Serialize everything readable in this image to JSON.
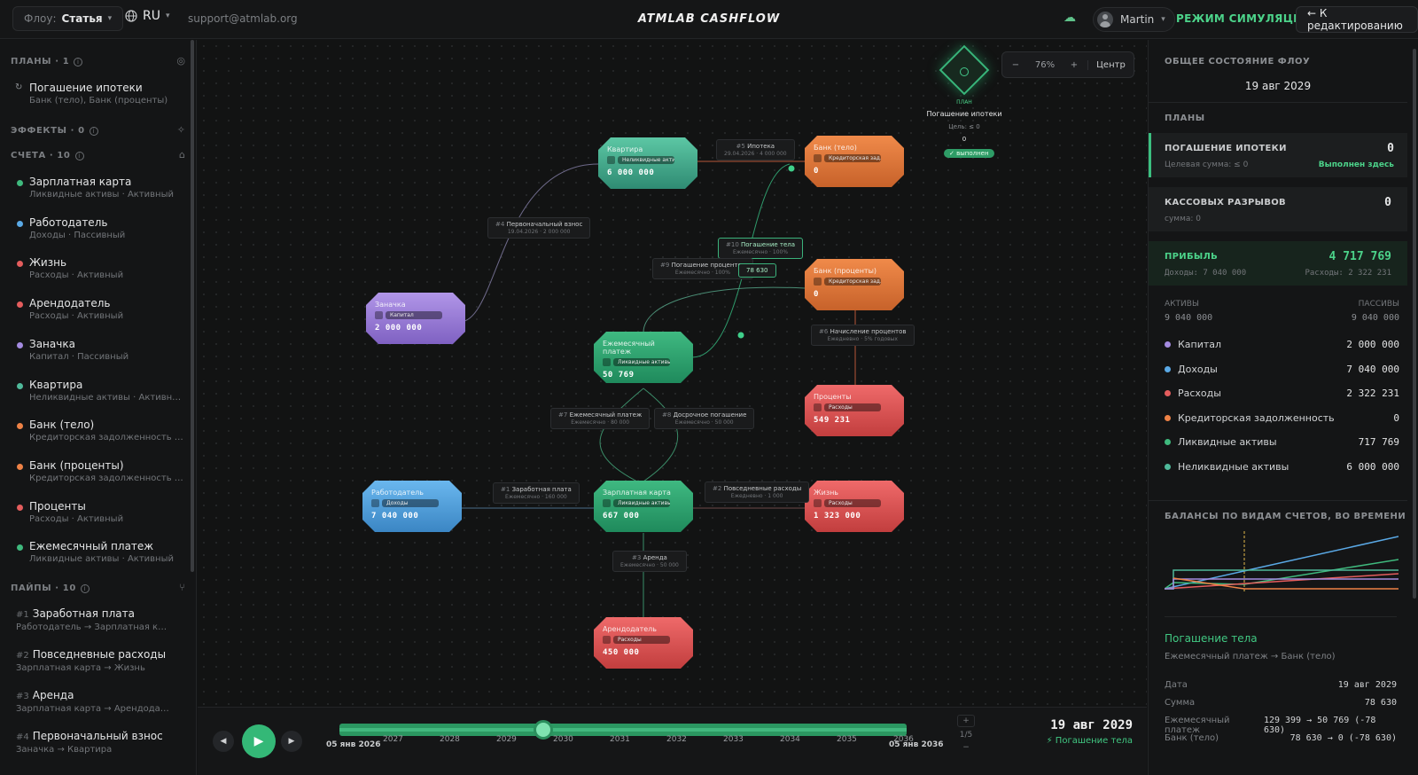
{
  "header": {
    "flow_key": "Флоу:",
    "flow_value": "Статья",
    "lang": "RU",
    "support": "support@atmlab.org",
    "brand": "ATMLAB CASHFLOW",
    "user": "Martin",
    "sim_mode": "РЕЖИМ СИМУЛЯЦИИ",
    "to_edit": "← К редактированию"
  },
  "sidebar": {
    "plans_h": "ПЛАНЫ · 1",
    "plans": [
      {
        "title": "Погашение ипотеки",
        "sub": "Банк (тело), Банк (проценты)"
      }
    ],
    "effects_h": "ЭФФЕКТЫ · 0",
    "accounts_h": "СЧЕТА · 10",
    "accounts": [
      {
        "title": "Зарплатная карта",
        "sub": "Ликвидные активы · Активный",
        "color": "#3fb97d"
      },
      {
        "title": "Работодатель",
        "sub": "Доходы · Пассивный",
        "color": "#5aa9e6"
      },
      {
        "title": "Жизнь",
        "sub": "Расходы · Активный",
        "color": "#e45d5d"
      },
      {
        "title": "Арендодатель",
        "sub": "Расходы · Активный",
        "color": "#e45d5d"
      },
      {
        "title": "Заначка",
        "sub": "Капитал · Пассивный",
        "color": "#a48be0"
      },
      {
        "title": "Квартира",
        "sub": "Неликвидные активы · Активный",
        "color": "#4fb99a"
      },
      {
        "title": "Банк (тело)",
        "sub": "Кредиторская задолженность · ...",
        "color": "#ee8246"
      },
      {
        "title": "Банк (проценты)",
        "sub": "Кредиторская задолженность · ...",
        "color": "#ee8246"
      },
      {
        "title": "Проценты",
        "sub": "Расходы · Активный",
        "color": "#e45d5d"
      },
      {
        "title": "Ежемесячный платеж",
        "sub": "Ликвидные активы · Активный",
        "color": "#3fb97d"
      }
    ],
    "pipes_h": "ПАЙПЫ · 10",
    "pipes": [
      {
        "num": "#1",
        "title": "Заработная плата",
        "sub": "Работодатель → Зарплатная карта"
      },
      {
        "num": "#2",
        "title": "Повседневные расходы",
        "sub": "Зарплатная карта → Жизнь"
      },
      {
        "num": "#3",
        "title": "Аренда",
        "sub": "Зарплатная карта → Арендодатель"
      },
      {
        "num": "#4",
        "title": "Первоначальный взнос",
        "sub": "Заначка → Квартира"
      }
    ]
  },
  "canvas": {
    "zoom_minus": "−",
    "zoom_level": "76%",
    "zoom_plus": "+",
    "center": "Центр",
    "plan_node": {
      "type": "ПЛАН",
      "title": "Погашение ипотеки",
      "goal": "Цель: ≤ 0",
      "value": "0",
      "status": "✓ выполнен"
    },
    "nodes": [
      {
        "id": "kvartira",
        "title": "Квартира",
        "tag": "Неликвидные акти...",
        "value": "6 000 000"
      },
      {
        "id": "bank_body",
        "title": "Банк (тело)",
        "tag": "Кредиторская зад...",
        "value": "0"
      },
      {
        "id": "bank_pct",
        "title": "Банк (проценты)",
        "tag": "Кредиторская зад...",
        "value": "0"
      },
      {
        "id": "zanachka",
        "title": "Заначка",
        "tag": "Капитал",
        "value": "2 000 000"
      },
      {
        "id": "monthly",
        "title": "Ежемесячный платеж",
        "tag": "Ликвидные активы",
        "value": "50 769"
      },
      {
        "id": "procenty",
        "title": "Проценты",
        "tag": "Расходы",
        "value": "549 231"
      },
      {
        "id": "employer",
        "title": "Работодатель",
        "tag": "Доходы",
        "value": "7 040 000"
      },
      {
        "id": "card",
        "title": "Зарплатная карта",
        "tag": "Ликвидные активы",
        "value": "667 000"
      },
      {
        "id": "life",
        "title": "Жизнь",
        "tag": "Расходы",
        "value": "1 323 000"
      },
      {
        "id": "landlord",
        "title": "Арендодатель",
        "tag": "Расходы",
        "value": "450 000"
      }
    ],
    "edges": [
      {
        "num": "#5",
        "title": "Ипотека",
        "sub": "29.04.2026 · 4 000 000"
      },
      {
        "num": "#4",
        "title": "Первоначальный взнос",
        "sub": "19.04.2026 · 2 000 000"
      },
      {
        "num": "#10",
        "title": "Погашение тела",
        "sub": "Ежемесячно · 100%"
      },
      {
        "num": "#9",
        "title": "Погашение процентов",
        "sub": "Ежемесячно · 100%"
      },
      {
        "num": "",
        "title": "78 630",
        "sub": ""
      },
      {
        "num": "#6",
        "title": "Начисление процентов",
        "sub": "Ежедневно · 5% годовых"
      },
      {
        "num": "#7",
        "title": "Ежемесячный платеж",
        "sub": "Ежемесячно · 80 000"
      },
      {
        "num": "#8",
        "title": "Досрочное погашение",
        "sub": "Ежемесячно · 50 000"
      },
      {
        "num": "#1",
        "title": "Заработная плата",
        "sub": "Ежемесячно · 160 000"
      },
      {
        "num": "#2",
        "title": "Повседневные расходы",
        "sub": "Ежедневно · 1 000"
      },
      {
        "num": "#3",
        "title": "Аренда",
        "sub": "Ежемесячно · 50 000"
      }
    ]
  },
  "timeline": {
    "start": "05 янв 2026",
    "end": "05 янв 2036",
    "years": [
      "2027",
      "2028",
      "2029",
      "2030",
      "2031",
      "2032",
      "2033",
      "2034",
      "2035",
      "2036"
    ],
    "position": 0.36,
    "step_plus": "+",
    "step": "1/5",
    "step_minus": "−",
    "date": "19 авг 2029",
    "plan": "⚡ Погашение тела"
  },
  "right": {
    "state_h": "ОБЩЕЕ СОСТОЯНИЕ ФЛОУ",
    "date": "19 авг 2029",
    "plans_h": "ПЛАНЫ",
    "plan": {
      "title": "ПОГАШЕНИЕ ИПОТЕКИ",
      "value": "0",
      "sub": "Целевая сумма: ≤ 0",
      "status": "Выполнен здесь"
    },
    "gaps": {
      "title": "КАССОВЫХ РАЗРЫВОВ",
      "value": "0",
      "sub": "сумма: 0"
    },
    "profit": {
      "title": "ПРИБЫЛЬ",
      "value": "4 717 769",
      "income": "Доходы: 7 040 000",
      "expense": "Расходы: 2 322 231"
    },
    "assets_h": "АКТИВЫ",
    "assets_v": "9 040 000",
    "liab_h": "ПАССИВЫ",
    "liab_v": "9 040 000",
    "legend": [
      {
        "name": "Капитал",
        "value": "2 000 000",
        "color": "#a48be0"
      },
      {
        "name": "Доходы",
        "value": "7 040 000",
        "color": "#5aa9e6"
      },
      {
        "name": "Расходы",
        "value": "2 322 231",
        "color": "#e45d5d"
      },
      {
        "name": "Кредиторская задолженность",
        "value": "0",
        "color": "#ee8246"
      },
      {
        "name": "Ликвидные активы",
        "value": "717 769",
        "color": "#3fb97d"
      },
      {
        "name": "Неликвидные активы",
        "value": "6 000 000",
        "color": "#4fb99a"
      }
    ],
    "chart_h": "БАЛАНСЫ ПО ВИДАМ СЧЕТОВ, ВО ВРЕМЕНИ",
    "detail_title": "Погашение тела",
    "detail_path": "Ежемесячный платеж → Банк (тело)",
    "details": [
      {
        "k": "Дата",
        "v": "19 авг 2029"
      },
      {
        "k": "Сумма",
        "v": "78 630"
      },
      {
        "k": "Ежемесячный платеж",
        "v": "129 399 → 50 769 (-78 630)"
      },
      {
        "k": "Банк (тело)",
        "v": "78 630 → 0 (-78 630)"
      }
    ]
  }
}
